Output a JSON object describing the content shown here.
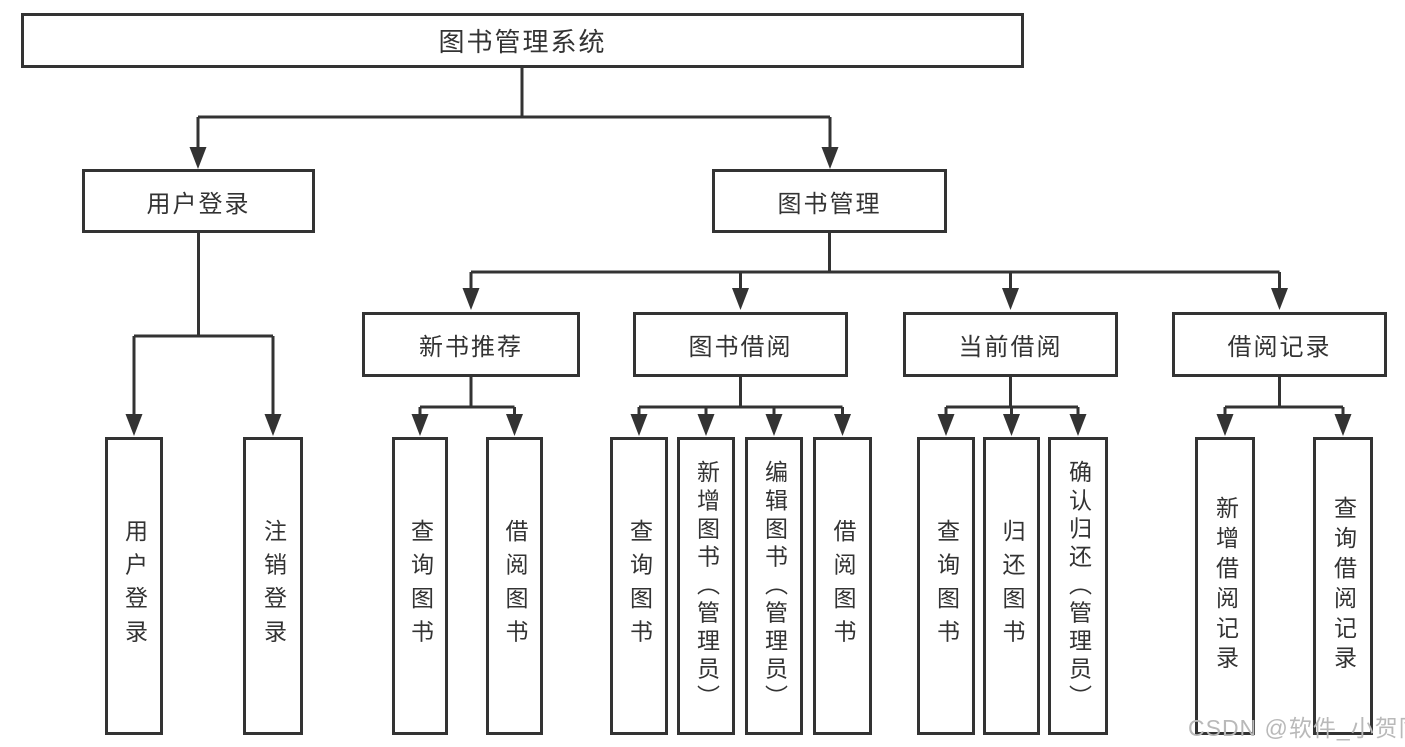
{
  "diagram": {
    "root": {
      "label": "图书管理系统",
      "children": [
        {
          "label": "用户登录",
          "children": [
            {
              "label": "用户登录"
            },
            {
              "label": "注销登录"
            }
          ]
        },
        {
          "label": "图书管理",
          "children": [
            {
              "label": "新书推荐",
              "children": [
                {
                  "label": "查询图书"
                },
                {
                  "label": "借阅图书"
                }
              ]
            },
            {
              "label": "图书借阅",
              "children": [
                {
                  "label": "查询图书"
                },
                {
                  "label": "新增图书（管理员）"
                },
                {
                  "label": "编辑图书（管理员）"
                },
                {
                  "label": "借阅图书"
                }
              ]
            },
            {
              "label": "当前借阅",
              "children": [
                {
                  "label": "查询图书"
                },
                {
                  "label": "归还图书"
                },
                {
                  "label": "确认归还（管理员）"
                }
              ]
            },
            {
              "label": "借阅记录",
              "children": [
                {
                  "label": "新增借阅记录"
                },
                {
                  "label": "查询借阅记录"
                }
              ]
            }
          ]
        }
      ]
    }
  },
  "watermark": "CSDN @软件_小贺同学",
  "colors": {
    "line": "#333333",
    "text": "#333333",
    "watermark": "#b9b9b9",
    "background": "#ffffff"
  }
}
